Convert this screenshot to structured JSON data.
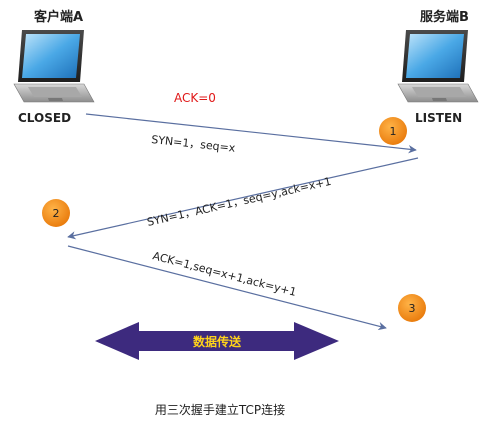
{
  "client": {
    "title": "客户端A",
    "state": "CLOSED"
  },
  "server": {
    "title": "服务端B",
    "state": "LISTEN"
  },
  "handshake": [
    {
      "step": "1",
      "message": "SYN=1，seq=x",
      "flag_note": "ACK=0"
    },
    {
      "step": "2",
      "message": "SYN=1，ACK=1，seq=y,ack=x+1"
    },
    {
      "step": "3",
      "message": "ACK=1,seq=x+1,ack=y+1"
    }
  ],
  "data_transfer": {
    "label": "数据传送"
  },
  "caption": "用三次握手建立TCP连接",
  "colors": {
    "arrow_line": "#5a6fa0",
    "step_badge": "#f28c12",
    "flag_note": "#e01818",
    "transfer_arrow": "#3d2a7e",
    "text": "#222222"
  },
  "icons": {
    "client": "laptop-icon",
    "server": "laptop-icon"
  }
}
